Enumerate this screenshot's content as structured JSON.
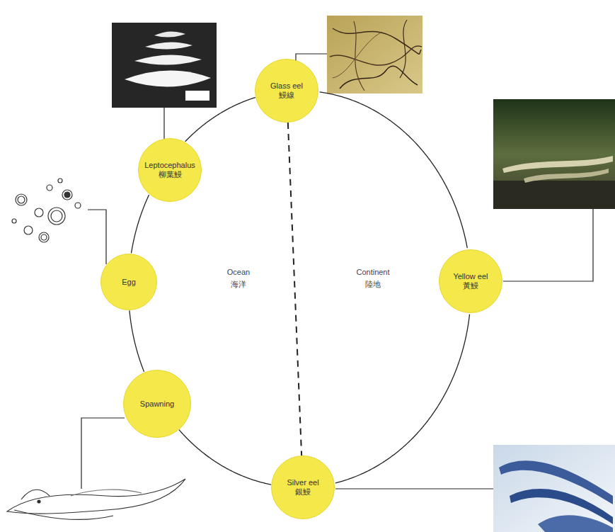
{
  "diagram": {
    "nodes": [
      {
        "text": [
          "Glass eel",
          "鰻線"
        ]
      },
      {
        "text": [
          "Leptocephalus",
          "柳葉鰻"
        ]
      },
      {
        "text": [
          "Egg"
        ]
      },
      {
        "text": [
          "Yellow eel",
          "黃鰻"
        ]
      },
      {
        "text": [
          "Spawning"
        ]
      },
      {
        "text": [
          "Silver eel",
          "銀鰻"
        ]
      }
    ],
    "edges": [
      {
        "from": 2,
        "to": 1,
        "arrow": "none"
      },
      {
        "from": 1,
        "to": 0,
        "arrow": "none"
      },
      {
        "from": 0,
        "to": 3,
        "arrow": "none"
      },
      {
        "from": 3,
        "to": 5,
        "arrow": "none"
      },
      {
        "from": 5,
        "to": 4,
        "arrow": "none"
      },
      {
        "from": 4,
        "to": 2,
        "arrow": "none"
      },
      {
        "from": 0,
        "to": 5,
        "arrow": "none"
      }
    ],
    "labels": [
      "Ocean",
      "海洋",
      "Continent",
      "陸地"
    ]
  }
}
